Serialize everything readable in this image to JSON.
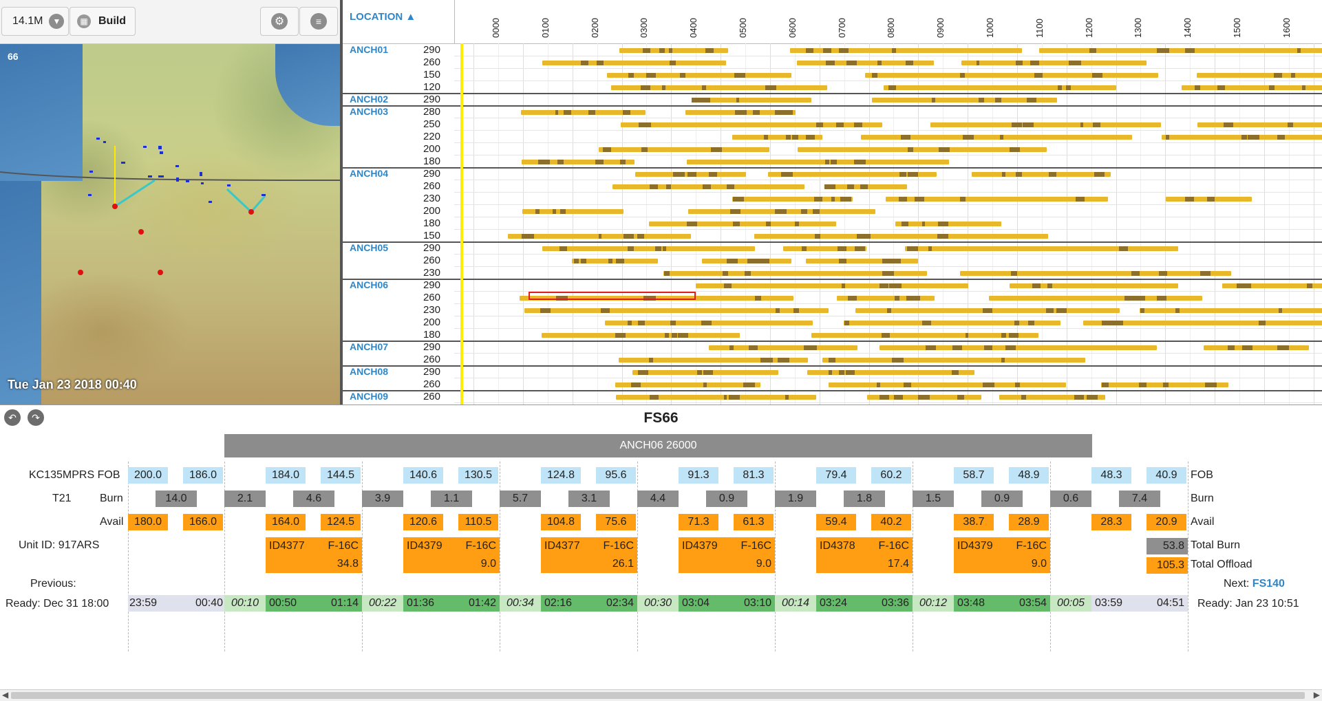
{
  "toolbar": {
    "memory": "14.1M",
    "build_label": "Build"
  },
  "map": {
    "corner_label": "66",
    "datetime": "Tue Jan 23 2018 00:40"
  },
  "gantt": {
    "location_header": "LOCATION ▲",
    "hours": [
      "0000",
      "0100",
      "0200",
      "0300",
      "0400",
      "0500",
      "0600",
      "0700",
      "0800",
      "0900",
      "1000",
      "1100",
      "1200",
      "1300",
      "1400",
      "1500",
      "1600"
    ],
    "groups": [
      {
        "name": "ANCH01",
        "rows": [
          "290",
          "260",
          "150",
          "120"
        ]
      },
      {
        "name": "ANCH02",
        "rows": [
          "290"
        ]
      },
      {
        "name": "ANCH03",
        "rows": [
          "280",
          "250",
          "220",
          "200",
          "180"
        ]
      },
      {
        "name": "ANCH04",
        "rows": [
          "290",
          "260",
          "230",
          "200",
          "180",
          "150"
        ]
      },
      {
        "name": "ANCH05",
        "rows": [
          "290",
          "260",
          "230"
        ]
      },
      {
        "name": "ANCH06",
        "rows": [
          "290",
          "260",
          "230",
          "200",
          "180"
        ]
      },
      {
        "name": "ANCH07",
        "rows": [
          "290",
          "260"
        ]
      },
      {
        "name": "ANCH08",
        "rows": [
          "290",
          "260"
        ]
      },
      {
        "name": "ANCH09",
        "rows": [
          "260"
        ]
      }
    ]
  },
  "detail": {
    "title": "FS66",
    "band": "ANCH06  26000",
    "aircraft": "KC135MPRS FOB",
    "receiver": "T21",
    "burn_label": "Burn",
    "avail_label": "Avail",
    "unit": "Unit ID: 917ARS",
    "previous_label": "Previous:",
    "ready_prev": "Ready: Dec 31 18:00",
    "fob_label": "FOB",
    "burn_label_r": "Burn",
    "avail_label_r": "Avail",
    "total_burn_label": "Total Burn",
    "total_offload_label": "Total Offload",
    "total_burn": "53.8",
    "total_offload": "105.3",
    "next_label": "Next:",
    "next_link": "FS140",
    "ready_next": "Ready: Jan 23 10:51",
    "fob": [
      "200.0",
      "186.0",
      "184.0",
      "144.5",
      "140.6",
      "130.5",
      "124.8",
      "95.6",
      "91.3",
      "81.3",
      "79.4",
      "60.2",
      "58.7",
      "48.9",
      "48.3",
      "40.9"
    ],
    "burn": [
      "14.0",
      "2.1",
      "4.6",
      "3.9",
      "1.1",
      "5.7",
      "3.1",
      "4.4",
      "0.9",
      "1.9",
      "1.8",
      "1.5",
      "0.9",
      "0.6",
      "7.4"
    ],
    "avail": [
      "180.0",
      "166.0",
      "164.0",
      "124.5",
      "120.6",
      "110.5",
      "104.8",
      "75.6",
      "71.3",
      "61.3",
      "59.4",
      "40.2",
      "38.7",
      "28.9",
      "28.3",
      "20.9"
    ],
    "missions": [
      {
        "id": "ID4377",
        "type": "F-16C",
        "offload": "34.8"
      },
      {
        "id": "ID4379",
        "type": "F-16C",
        "offload": "9.0"
      },
      {
        "id": "ID4377",
        "type": "F-16C",
        "offload": "26.1"
      },
      {
        "id": "ID4379",
        "type": "F-16C",
        "offload": "9.0"
      },
      {
        "id": "ID4378",
        "type": "F-16C",
        "offload": "17.4"
      },
      {
        "id": "ID4379",
        "type": "F-16C",
        "offload": "9.0"
      }
    ],
    "times": [
      "23:59",
      "00:40",
      "00:10",
      "00:50",
      "01:14",
      "00:22",
      "01:36",
      "01:42",
      "00:34",
      "02:16",
      "02:34",
      "00:30",
      "03:04",
      "03:10",
      "00:14",
      "03:24",
      "03:36",
      "00:12",
      "03:48",
      "03:54",
      "00:05",
      "03:59",
      "04:51"
    ]
  }
}
